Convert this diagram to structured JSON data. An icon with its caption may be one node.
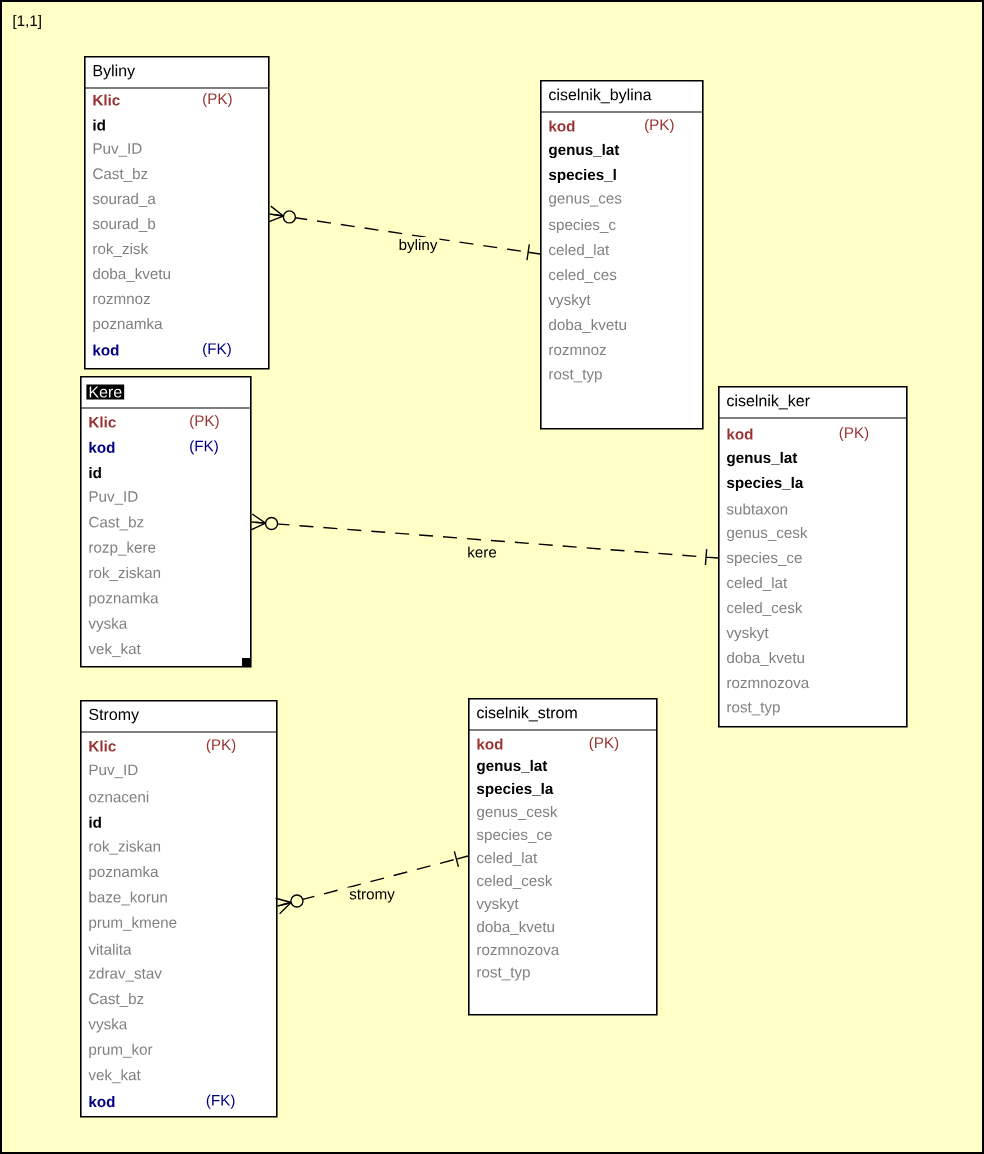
{
  "diagram": {
    "nodes": [
      {
        "text": [
          "Byliny",
          "Klic",
          "(PK)",
          "id",
          "Puv_ID",
          "Cast_bz",
          "sourad_a",
          "sourad_b",
          "rok_zisk",
          "doba_kvetu",
          "rozmnoz",
          "poznamka",
          "kod",
          "(FK)"
        ]
      },
      {
        "text": [
          "ciselnik_bylina",
          "kod",
          "(PK)",
          "genus_lat",
          "species_l",
          "genus_ces",
          "species_c",
          "celed_lat",
          "celed_ces",
          "vyskyt",
          "doba_kvetu",
          "rozmnoz",
          "rost_typ"
        ]
      },
      {
        "text": [
          "Kere",
          "Klic",
          "(PK)",
          "kod",
          "(FK)",
          "id",
          "Puv_ID",
          "Cast_bz",
          "rozp_kere",
          "rok_ziskan",
          "poznamka",
          "vyska",
          "vek_kat"
        ]
      },
      {
        "text": [
          "ciselnik_ker",
          "kod",
          "(PK)",
          "genus_lat",
          "species_la",
          "subtaxon",
          "genus_cesk",
          "species_ce",
          "celed_lat",
          "celed_cesk",
          "vyskyt",
          "doba_kvetu",
          "rozmnozova",
          "rost_typ"
        ]
      },
      {
        "text": [
          "Stromy",
          "Klic",
          "(PK)",
          "Puv_ID",
          "oznaceni",
          "id",
          "rok_ziskan",
          "poznamka",
          "baze_korun",
          "prum_kmene",
          "vitalita",
          "zdrav_stav",
          "Cast_bz",
          "vyska",
          "prum_kor",
          "vek_kat",
          "kod",
          "(FK)"
        ]
      },
      {
        "text": [
          "ciselnik_strom",
          "kod",
          "(PK)",
          "genus_lat",
          "species_la",
          "genus_cesk",
          "species_ce",
          "celed_lat",
          "celed_cesk",
          "vyskyt",
          "doba_kvetu",
          "rozmnozova",
          "rost_typ"
        ]
      }
    ],
    "edges": [
      {
        "from": 0,
        "to": 1,
        "arrow": "other",
        "style": "dashed",
        "label": "byliny"
      },
      {
        "from": 2,
        "to": 3,
        "arrow": "other",
        "style": "dashed",
        "label": "kere"
      },
      {
        "from": 4,
        "to": 5,
        "arrow": "other",
        "style": "dashed",
        "label": "stromy"
      }
    ],
    "labels": [
      "[1,1]"
    ]
  }
}
